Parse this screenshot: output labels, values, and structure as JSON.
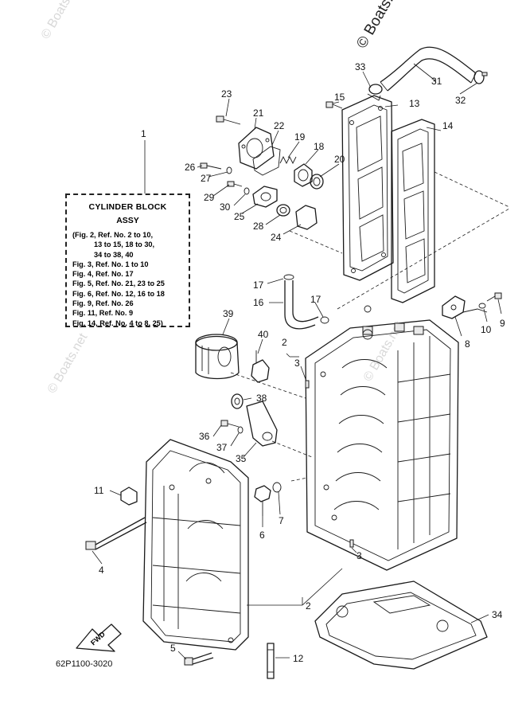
{
  "watermark": "© Boats.net",
  "legend": {
    "title": "CYLINDER BLOCK",
    "subtitle": "ASSY",
    "lines": [
      "(Fig. 2, Ref. No. 2 to 10,",
      "13 to 15, 18 to 30,",
      "34 to 38, 40",
      "Fig. 3, Ref. No. 1 to 10",
      "Fig. 4, Ref. No. 17",
      "Fig. 5, Ref. No. 21, 23 to 25",
      "Fig. 6, Ref. No. 12, 16 to 18",
      "Fig. 9, Ref. No. 26",
      "Fig. 11, Ref. No. 9",
      "Fig. 14, Ref. No. 4 to 8, 25)"
    ]
  },
  "fwd_label": "FWD",
  "diagram_code": "62P1100-3020",
  "callouts": {
    "n1": "1",
    "n2a": "2",
    "n2b": "2",
    "n3a": "3",
    "n3b": "3",
    "n4": "4",
    "n5": "5",
    "n6": "6",
    "n7": "7",
    "n8": "8",
    "n9": "9",
    "n10": "10",
    "n11": "11",
    "n12": "12",
    "n13": "13",
    "n14": "14",
    "n15": "15",
    "n16": "16",
    "n17a": "17",
    "n17b": "17",
    "n18": "18",
    "n19": "19",
    "n20": "20",
    "n21": "21",
    "n22": "22",
    "n23": "23",
    "n24": "24",
    "n25": "25",
    "n26": "26",
    "n27": "27",
    "n28": "28",
    "n29": "29",
    "n30": "30",
    "n31": "31",
    "n32": "32",
    "n33": "33",
    "n34": "34",
    "n35": "35",
    "n36": "36",
    "n37": "37",
    "n38": "38",
    "n39": "39",
    "n40": "40"
  }
}
